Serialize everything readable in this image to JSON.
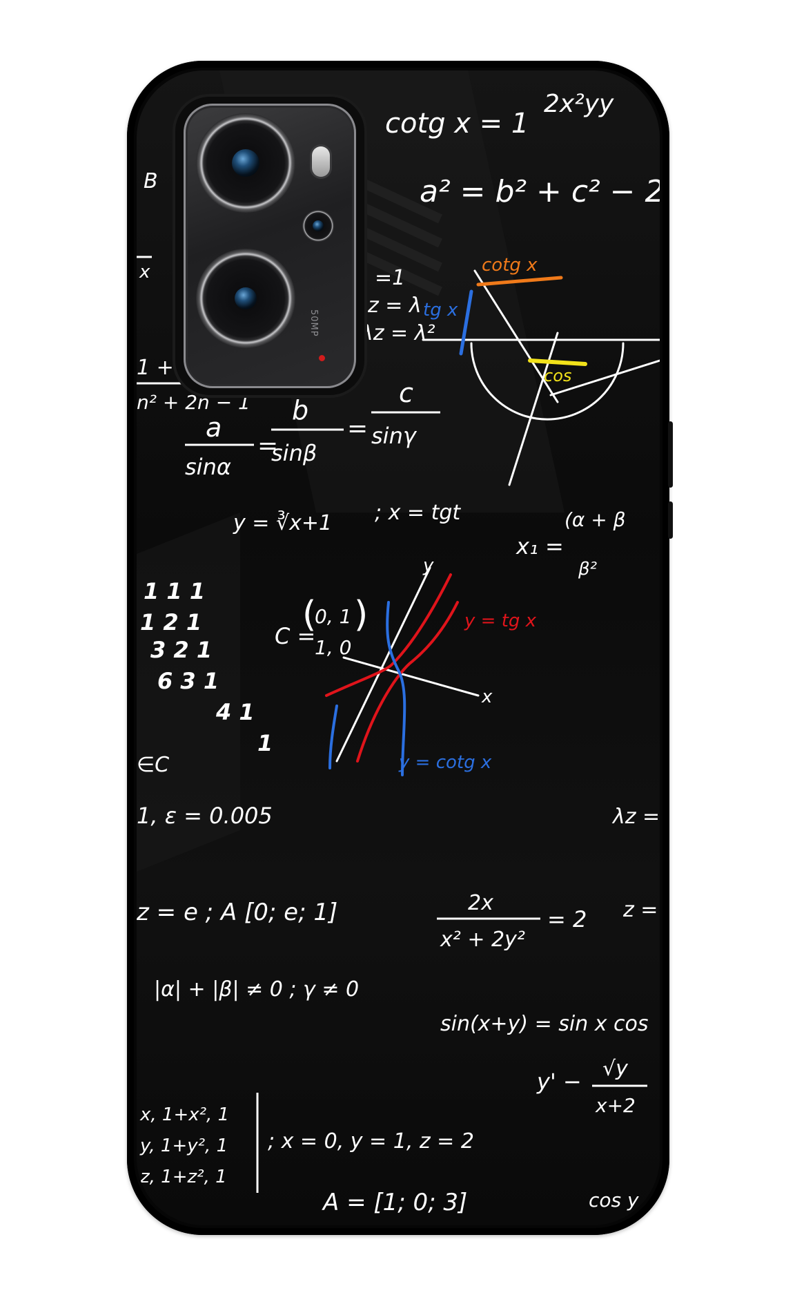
{
  "product": {
    "background_color": "#ffffff",
    "case_color": "#060606",
    "chalk_color": "#ffffff",
    "accent_colors": {
      "blue": "#2b6fe0",
      "red": "#e0141b",
      "orange": "#f07a1a",
      "yellow": "#f2e21a"
    }
  },
  "camera": {
    "mp_label": "50MP"
  },
  "formulas": {
    "f_cotg": "cotg x = 1",
    "f_2x2yy": "2x²yy",
    "f_a2": "a² = b² + c² − 2",
    "f_B": "B",
    "f_frac_x": "x",
    "f_eq1": "=1",
    "f_zlam": "z = λ",
    "f_lz": "λz = λ²",
    "f_n1": "1 + n",
    "f_n2": "n² + 2n − 1",
    "f_sine_a": "a",
    "f_sine_sina": "sinα",
    "f_sine_b": "b",
    "f_sine_sinb": "sinβ",
    "f_sine_c": "c",
    "f_sine_sing": "sinγ",
    "f_cbrt": "y = ∛x+1",
    "f_xtgt": "; x = tgt",
    "f_x1": "x₁ =",
    "f_ab": "(α + β",
    "f_b2": "β²",
    "f_c_eq": "C =",
    "f_m1": "0, 1",
    "f_m2": "1, 0",
    "f_n_a": "1 1 1",
    "f_n_b": "1 2 1",
    "f_n_c": "3 2 1",
    "f_n_d": "6 3 1",
    "f_n_e": "4 1",
    "f_n_f": "1",
    "f_ec": "∈C",
    "f_eps": "1, ε = 0.005",
    "f_lz2": "λz = i",
    "f_ytg": "y = tg x",
    "f_ycotg": "y = cotg x",
    "f_axis_x": "x",
    "f_axis_y": "y",
    "f_cotgx_lbl": "cotg x",
    "f_tgx_lbl": "tg x",
    "f_cos_lbl": "cos",
    "f_ae": "z = e ; A [0; e; 1]",
    "f_2x": "2x",
    "f_x2y2": "x² + 2y²",
    "f_eq2": "= 2",
    "f_z_eq": "z =",
    "f_absab": "|α| + |β| ≠ 0 ; γ ≠ 0",
    "f_sinxy": "sin(x+y) = sin x cos",
    "f_yprime": "y' −",
    "f_sqrty": "√y",
    "f_x2": "x+2",
    "f_mat1": "x, 1+x², 1",
    "f_mat2": "y, 1+y², 1",
    "f_mat3": "z, 1+z², 1",
    "f_xyz": "; x = 0, y = 1, z = 2",
    "f_A103": "A = [1; 0; 3]",
    "f_cosy": "cos y"
  }
}
